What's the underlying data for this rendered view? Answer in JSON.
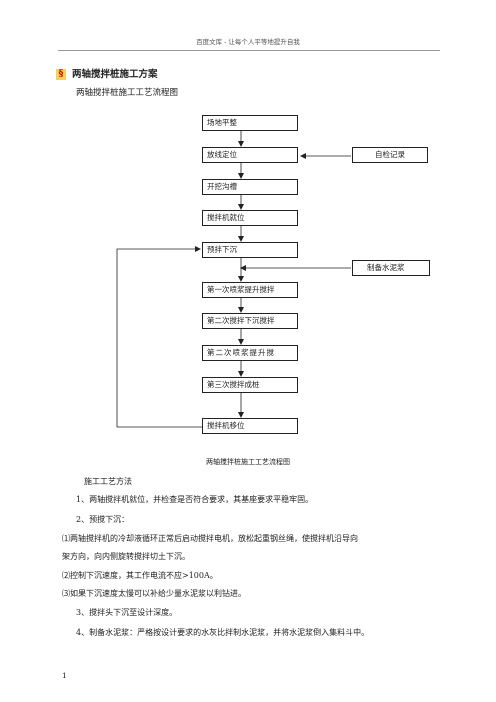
{
  "header": {
    "text": "百度文库 - 让每个人平等地提升自我"
  },
  "section": {
    "mark": "§",
    "title": "两轴搅拌桩施工方案"
  },
  "flowchart": {
    "heading": "两轴搅拌桩施工工艺流程图",
    "steps": [
      "场地平整",
      "放线定位",
      "开挖沟槽",
      "搅拌机就位",
      "预拌下沉",
      "第一次喷浆提升搅拌",
      "第二次搅拌下沉搅拌",
      "第二次喷浆提升搅",
      "第三次搅拌成桩",
      "搅拌机移位"
    ],
    "side_self_check": "自检记录",
    "side_slurry": "制备水泥浆",
    "caption": "两轴搅拌桩施工工艺流程图"
  },
  "body": {
    "method_title": "施工工艺方法",
    "p1": "1、两轴搅拌机就位，并检查是否符合要求，其基座要求平稳牢固。",
    "p2": "2、预搅下沉：",
    "p3a": "⑴两轴搅拌机的冷却液循环正常后启动搅拌电机，放松起重钢丝绳，使搅拌机沿导向",
    "p3b": "架方向，向内侧旋转搅拌切土下沉。",
    "p4": "⑵控制下沉速度，其工作电流不应>100A。",
    "p5": "⑶如果下沉速度太慢可以补给少量水泥浆以利钻进。",
    "p6": "3、搅拌头下沉至设计深度。",
    "p7": "4、制备水泥浆：严格按设计要求的水灰比拌制水泥浆，并将水泥浆倒入集料斗中。"
  },
  "footer": {
    "page_number": "1"
  }
}
